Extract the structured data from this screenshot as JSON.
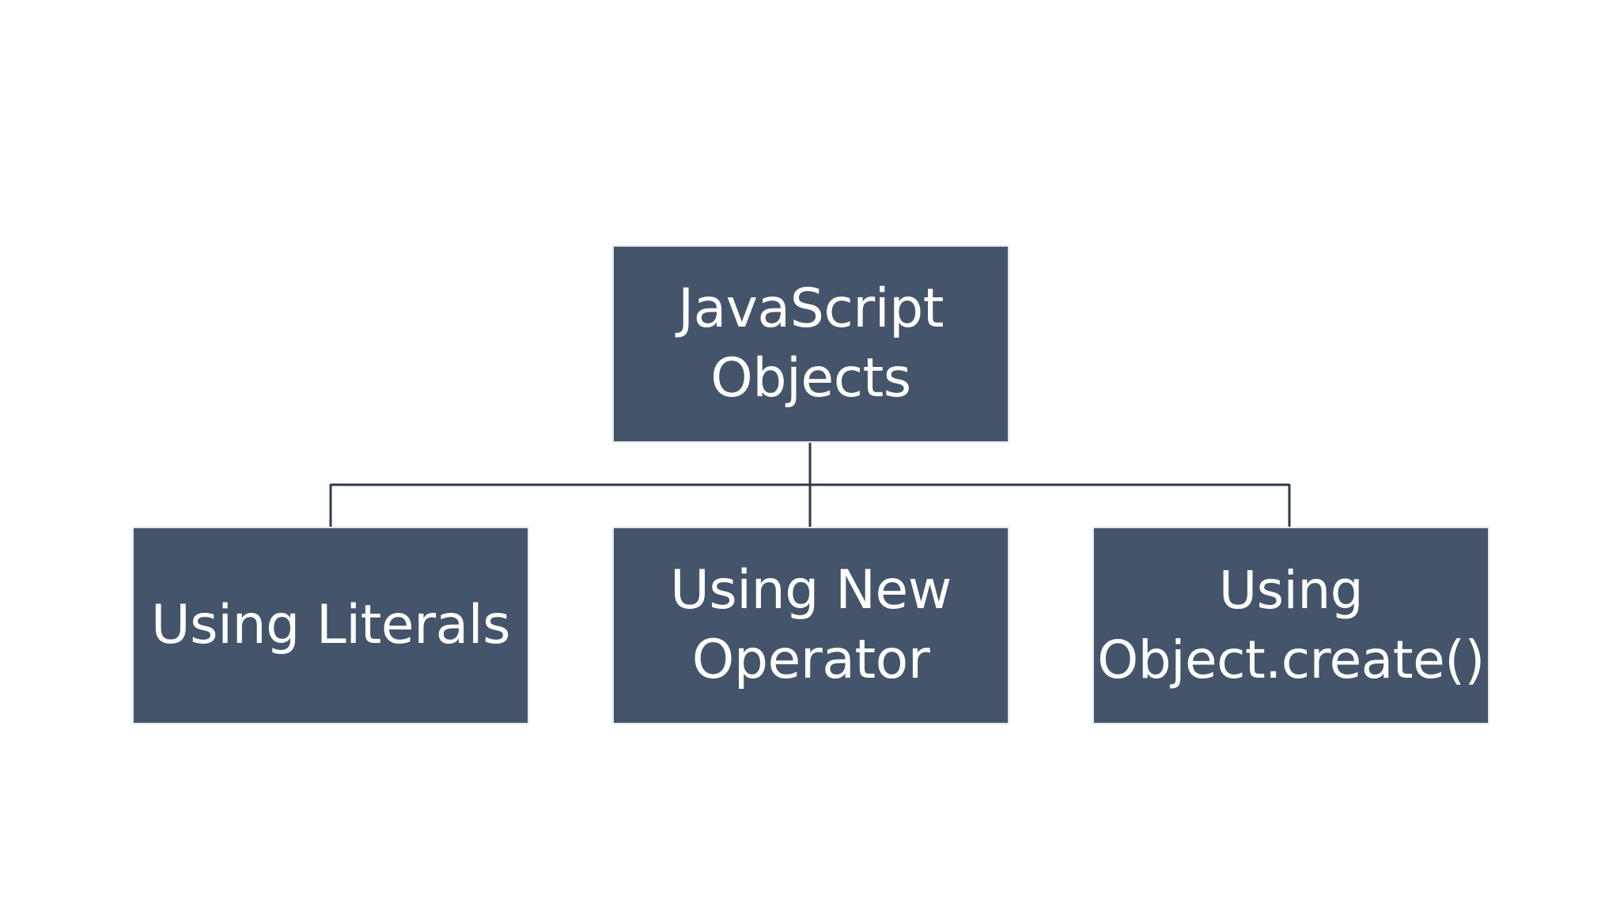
{
  "diagram": {
    "type": "hierarchy",
    "root": {
      "label": "JavaScript\nObjects"
    },
    "children": [
      {
        "label": "Using Literals"
      },
      {
        "label": "Using New\nOperator"
      },
      {
        "label": "Using\nObject.create()"
      }
    ],
    "colors": {
      "box_fill": "#44546a",
      "box_border": "#e4e8ee",
      "text": "#ffffff",
      "connector": "#2e3a4b",
      "background": "#ffffff"
    }
  }
}
